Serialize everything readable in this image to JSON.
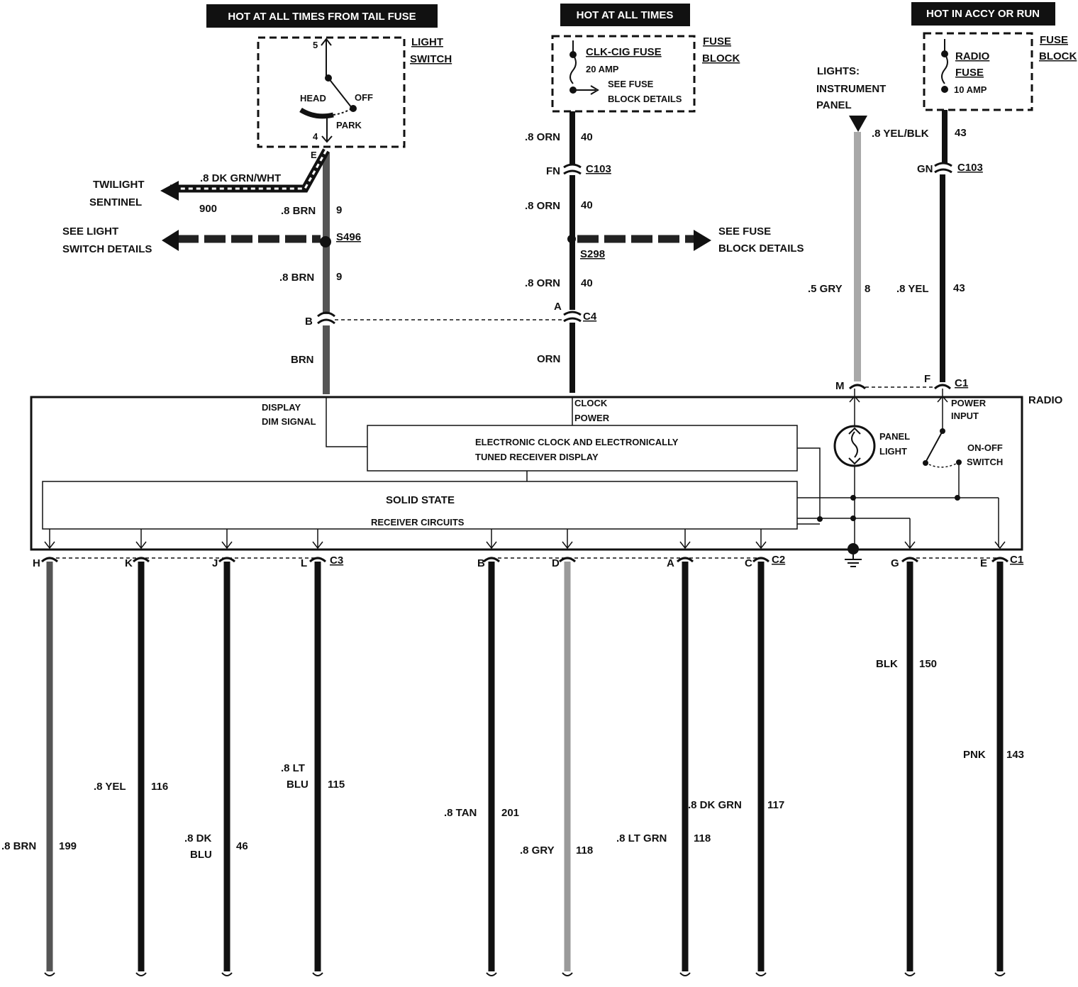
{
  "headers": {
    "tail": "HOT AT ALL TIMES FROM TAIL FUSE",
    "hot": "HOT AT ALL TIMES",
    "accy": "HOT IN ACCY OR RUN"
  },
  "light_switch": {
    "title1": "LIGHT",
    "title2": "SWITCH",
    "pin5": "5",
    "pin4": "4",
    "head": "HEAD",
    "off": "OFF",
    "park": "PARK"
  },
  "fuse_block_left": {
    "title1": "FUSE",
    "title2": "BLOCK",
    "fuse": "CLK-CIG FUSE",
    "amp": "20 AMP",
    "see1": "SEE FUSE",
    "see2": "BLOCK DETAILS"
  },
  "fuse_block_right": {
    "title1": "FUSE",
    "title2": "BLOCK",
    "fuse1": "RADIO",
    "fuse2": "FUSE",
    "amp": "10 AMP"
  },
  "upper_left": {
    "pinE": "E",
    "twilight1": "TWILIGHT",
    "twilight2": "SENTINEL",
    "dkgrn": ".8 DK GRN/WHT",
    "c900": "900",
    "brn1": ".8 BRN",
    "brn1n": "9",
    "see1": "SEE LIGHT",
    "see2": "SWITCH DETAILS",
    "s496": "S496",
    "brn2": ".8 BRN",
    "brn2n": "9",
    "pinB": "B",
    "brn3": "BRN"
  },
  "upper_mid": {
    "orn1": ".8 ORN",
    "orn1n": "40",
    "fn": "FN",
    "c103": "C103",
    "orn2": ".8 ORN",
    "orn2n": "40",
    "see1": "SEE FUSE",
    "see2": "BLOCK DETAILS",
    "s298": "S298",
    "orn3": ".8 ORN",
    "orn3n": "40",
    "pinA": "A",
    "c4": "C4",
    "orn4": "ORN"
  },
  "upper_right": {
    "lights1": "LIGHTS:",
    "lights2": "INSTRUMENT",
    "lights3": "PANEL",
    "yelblk": ".8 YEL/BLK",
    "yelblkn": "43",
    "gn": "GN",
    "c103": "C103",
    "gry": ".5 GRY",
    "gryn": "8",
    "yel": ".8 YEL",
    "yeln": "43",
    "pinM": "M",
    "pinF": "F",
    "c1": "C1"
  },
  "radio": {
    "title": "RADIO",
    "display1": "DISPLAY",
    "display2": "DIM SIGNAL",
    "clock1": "CLOCK",
    "clock2": "POWER",
    "elec1": "ELECTRONIC CLOCK AND ELECTRONICALLY",
    "elec2": "TUNED RECEIVER DISPLAY",
    "solid1": "SOLID STATE",
    "solid2": "RECEIVER CIRCUITS",
    "panel1": "PANEL",
    "panel2": "LIGHT",
    "power1": "POWER",
    "power2": "INPUT",
    "onoff1": "ON-OFF",
    "onoff2": "SWITCH"
  },
  "connectors": {
    "c3": "C3",
    "c2": "C2",
    "c1": "C1"
  },
  "bottom_wires": [
    {
      "pin": "H",
      "label": ".8 BRN",
      "label2": "",
      "num": "199",
      "color": "#555555"
    },
    {
      "pin": "K",
      "label": ".8 YEL",
      "label2": "",
      "num": "116",
      "color": "#111111"
    },
    {
      "pin": "J",
      "label": ".8 DK",
      "label2": "BLU",
      "num": "46",
      "color": "#111111"
    },
    {
      "pin": "L",
      "label": ".8 LT",
      "label2": "BLU",
      "num": "115",
      "color": "#111111"
    },
    {
      "pin": "B",
      "label": ".8 TAN",
      "label2": "",
      "num": "201",
      "color": "#111111"
    },
    {
      "pin": "D",
      "label": ".8 GRY",
      "label2": "",
      "num": "118",
      "color": "#9a9a9a"
    },
    {
      "pin": "A",
      "label": ".8 LT GRN",
      "label2": "",
      "num": "118",
      "color": "#111111"
    },
    {
      "pin": "C",
      "label": ".8 DK GRN",
      "label2": "",
      "num": "117",
      "color": "#111111"
    },
    {
      "pin": "G",
      "label": "BLK",
      "label2": "",
      "num": "150",
      "color": "#111111"
    },
    {
      "pin": "E",
      "label": "PNK",
      "label2": "",
      "num": "143",
      "color": "#111111"
    }
  ]
}
